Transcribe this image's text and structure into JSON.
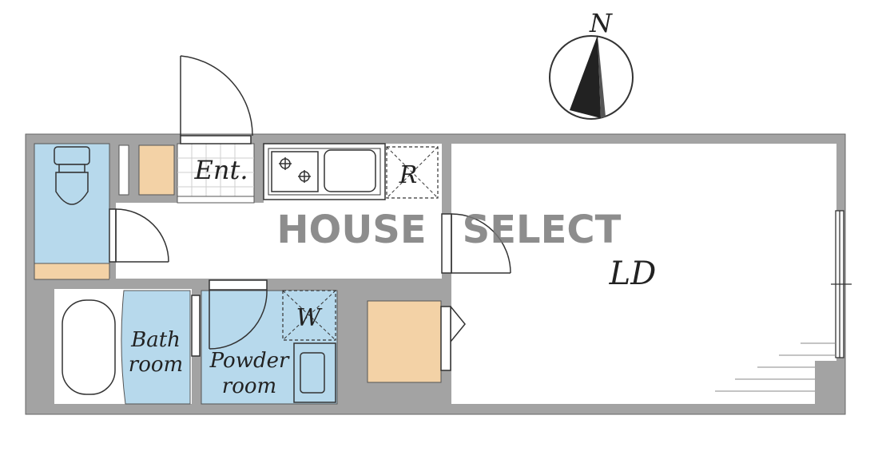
{
  "compass": {
    "label": "N"
  },
  "rooms": {
    "entrance": "Ent.",
    "refrigerator": "R",
    "living_dining": "LD",
    "bath_line1": "Bath",
    "bath_line2": "room",
    "powder_line1": "Powder",
    "powder_line2": "room",
    "washer": "W"
  },
  "watermark": {
    "left": "HOUSE",
    "right": "SELECT"
  },
  "colors": {
    "wall": "#a3a3a3",
    "wet_area": "#b7d9ec",
    "storage": "#f3d2a6",
    "floor": "#ffffff",
    "line": "#333333"
  }
}
